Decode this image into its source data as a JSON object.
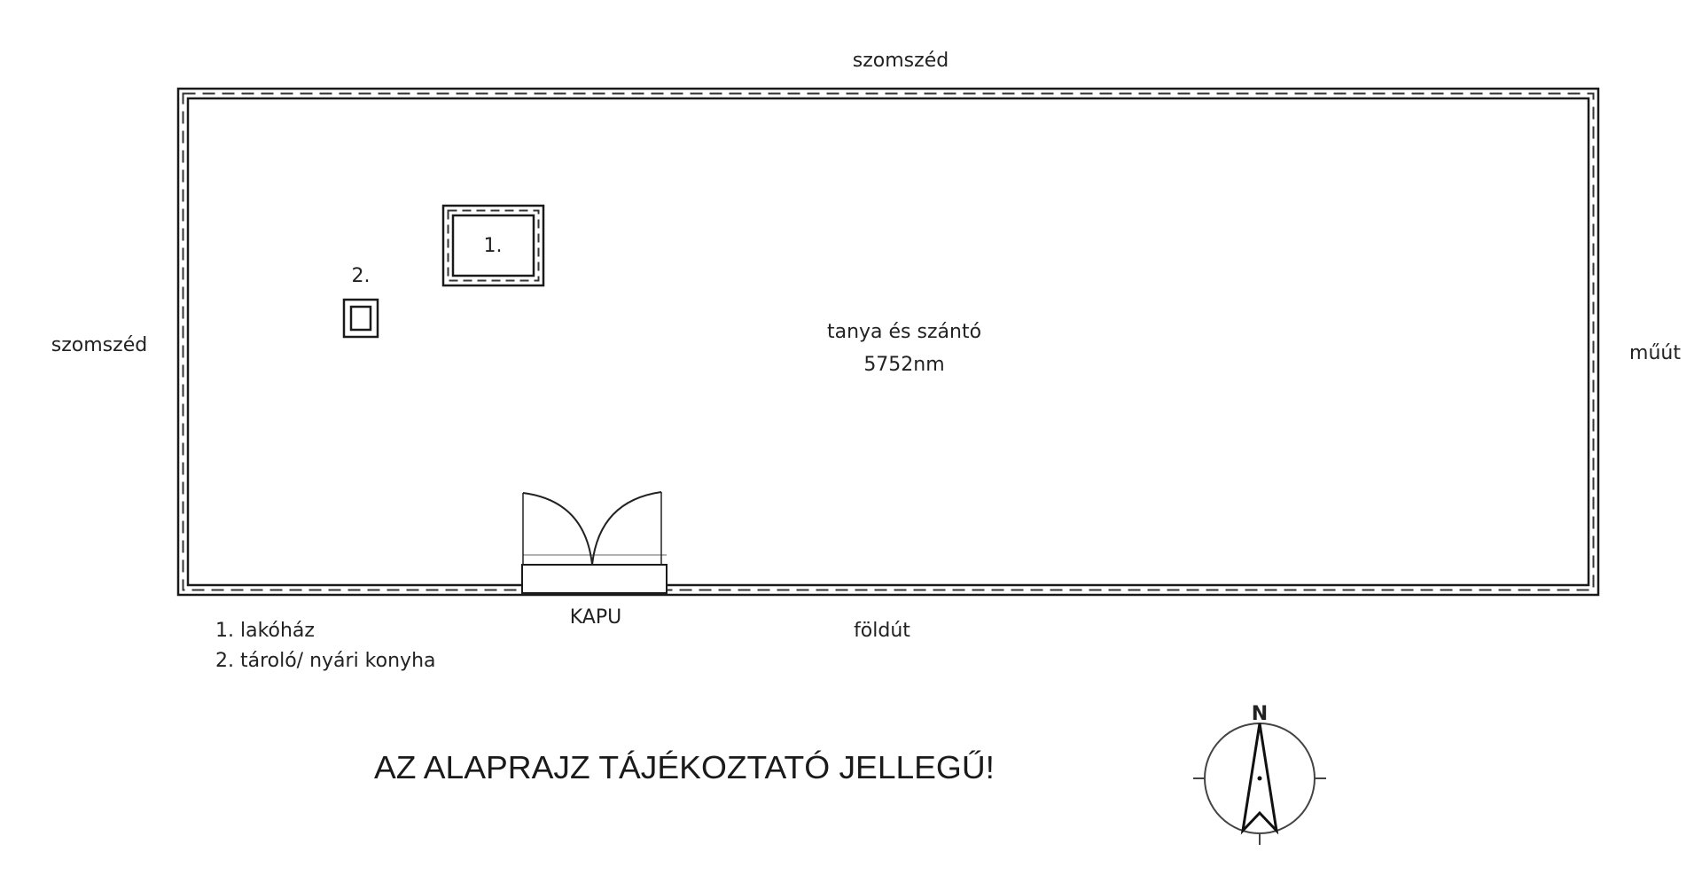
{
  "labels": {
    "north_neighbor": "szomszéd",
    "west_neighbor": "szomszéd",
    "east_road": "műút",
    "south_road": "földút",
    "plot_name": "tanya és szántó",
    "plot_area": "5752nm",
    "gate": "KAPU",
    "building_1": "1.",
    "building_2": "2."
  },
  "legend": [
    "1. lakóház",
    "2. tároló/ nyári konyha"
  ],
  "title": "AZ ALAPRAJZ TÁJÉKOZTATÓ JELLEGŰ!",
  "compass": {
    "north": "N"
  }
}
